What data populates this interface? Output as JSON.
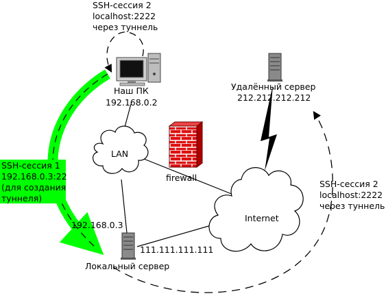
{
  "labels": {
    "ssh2_top": [
      "SSH-сессия 2",
      "localhost:2222",
      "через туннель"
    ],
    "ssh2_right": [
      "SSH-сессия 2",
      "localhost:2222",
      "через туннель"
    ],
    "ssh1": [
      "SSH-сессия 1",
      "192.168.0.3:22",
      "(для создания",
      "туннеля)"
    ],
    "our_pc": [
      "Наш ПК",
      "192.168.0.2"
    ],
    "remote_server": [
      "Удалённый сервер",
      "212.212.212.212"
    ],
    "lan": "LAN",
    "firewall": "firewall",
    "internet": "Internet",
    "local_ip": "192.168.0.3",
    "local_ext_ip": "111.111.111.111",
    "local_server": "Локальный сервер"
  },
  "colors": {
    "tunnel": "#00ff00",
    "tunnel_label_bg": "#00ff00",
    "firewall": "#dd1111",
    "lightning": "#000000",
    "server": "#777777",
    "monitor_screen": "#111111"
  },
  "icons": [
    "desktop-pc-icon",
    "server-tower-icon",
    "firewall-brick-wall-icon",
    "cloud-icon",
    "lightning-bolt-icon"
  ]
}
